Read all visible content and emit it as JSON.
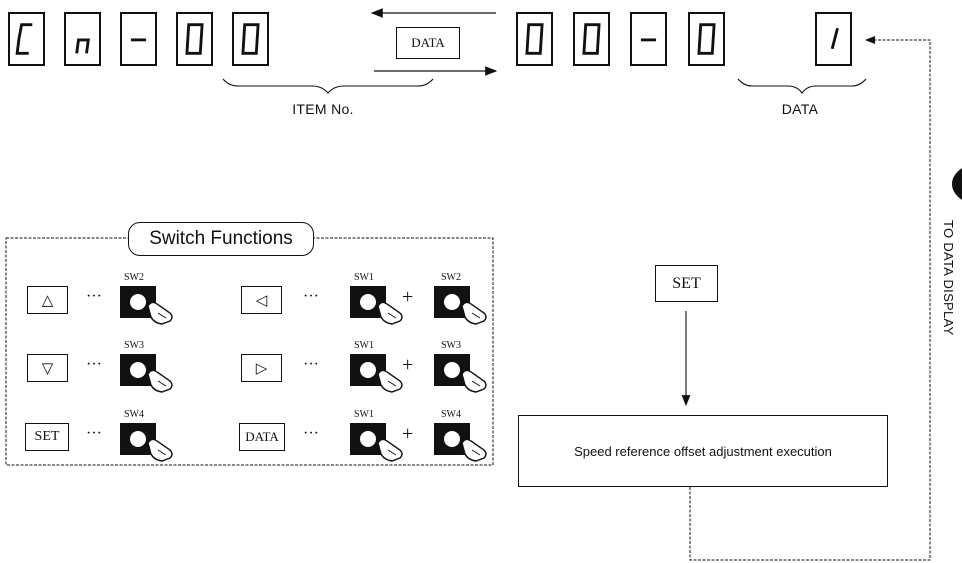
{
  "display_left": {
    "chars": [
      "C",
      "n",
      "-",
      "0",
      "0"
    ]
  },
  "display_right": {
    "chars": [
      "0",
      "0",
      "-",
      "0",
      "1"
    ]
  },
  "data_key_top": "DATA",
  "item_no_label": "ITEM No.",
  "data_label": "DATA",
  "side_label": "TO DATA DISPLAY",
  "set_key_flow": "SET",
  "execution_box": "Speed reference offset adjustment execution",
  "switch_functions": {
    "title": "Switch Functions",
    "separator": "···",
    "plus": "+",
    "rows": [
      {
        "left_key": "△",
        "left_sw": "SW2",
        "right_key": "◁",
        "right_sw1": "SW1",
        "right_sw2": "SW2"
      },
      {
        "left_key": "▽",
        "left_sw": "SW3",
        "right_key": "▷",
        "right_sw1": "SW1",
        "right_sw2": "SW3"
      },
      {
        "left_key": "SET",
        "left_sw": "SW4",
        "right_key": "DATA",
        "right_sw1": "SW1",
        "right_sw2": "SW4"
      }
    ]
  }
}
